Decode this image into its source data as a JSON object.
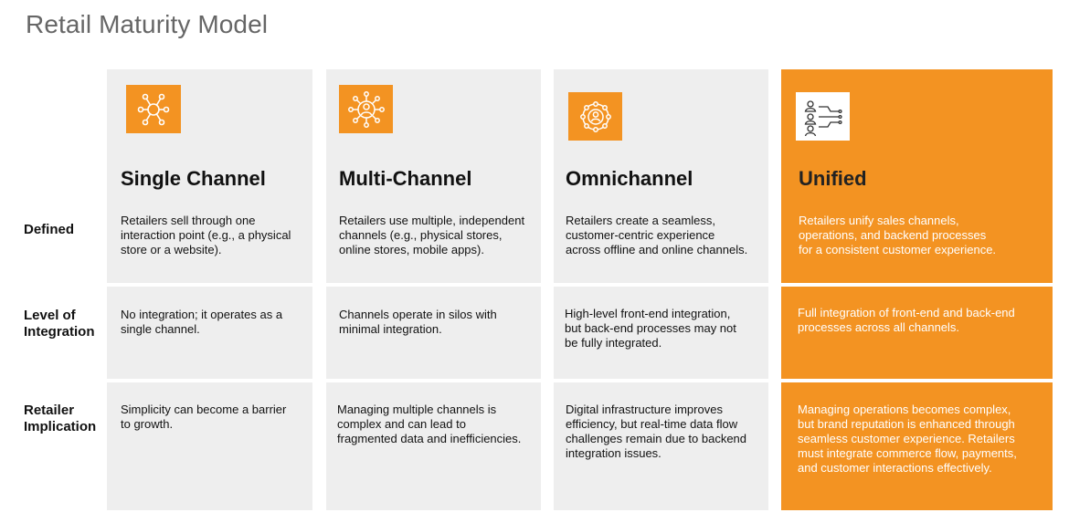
{
  "title": "Retail Maturity Model",
  "row_labels": {
    "defined": "Defined",
    "integration": [
      "Level of",
      "Integration"
    ],
    "implication": [
      "Retailer",
      "Implication"
    ]
  },
  "columns": [
    {
      "title": "Single Channel",
      "icon": "network-hub-icon",
      "defined": [
        "Retailers sell through one",
        "interaction point (e.g., a physical",
        "store or a website)."
      ],
      "integration": [
        "No integration; it operates as a",
        "single channel."
      ],
      "implication": [
        "Simplicity can become a barrier",
        "to growth."
      ]
    },
    {
      "title": "Multi-Channel",
      "icon": "multi-channel-user-icon",
      "defined": [
        "Retailers use multiple, independent",
        "channels (e.g., physical stores,",
        "online stores, mobile apps)."
      ],
      "integration": [
        "Channels operate in silos with",
        "minimal integration."
      ],
      "implication": [
        "Managing multiple channels is",
        "complex and can lead to",
        "fragmented data and inefficiencies."
      ]
    },
    {
      "title": "Omnichannel",
      "icon": "omnichannel-user-icon",
      "defined": [
        "Retailers create a seamless,",
        "customer-centric experience",
        "across offline and online channels."
      ],
      "integration": [
        "High-level front-end integration,",
        "but back-end processes may not",
        "be fully integrated."
      ],
      "implication": [
        "Digital infrastructure improves",
        "efficiency, but real-time data flow",
        "challenges remain due to backend",
        "integration issues."
      ]
    },
    {
      "title": "Unified",
      "icon": "unified-customers-icon",
      "defined": [
        "Retailers unify sales channels,",
        "operations, and backend processes",
        "for a consistent customer experience."
      ],
      "integration": [
        "Full integration of front-end and back-end",
        "processes across all channels."
      ],
      "implication": [
        "Managing operations becomes complex,",
        "but brand reputation is enhanced through",
        "seamless customer experience. Retailers",
        "must integrate commerce flow, payments,",
        "and customer interactions effectively."
      ]
    }
  ],
  "colors": {
    "accent": "#f39322",
    "cell_bg": "#eeeeee",
    "title_gray": "#666666"
  }
}
